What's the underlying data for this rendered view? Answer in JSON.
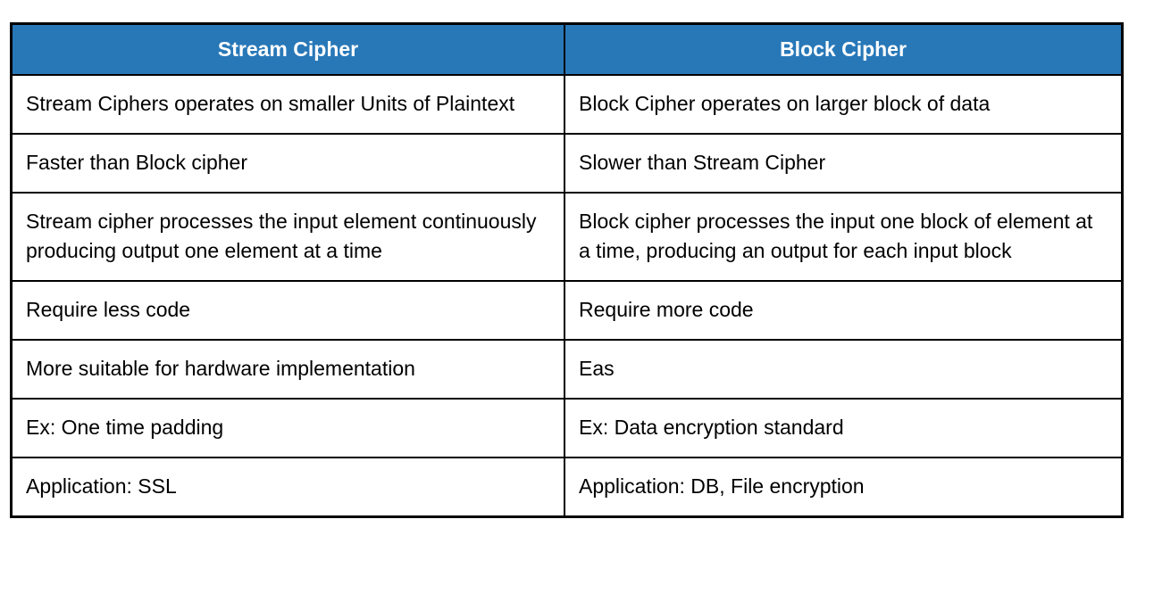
{
  "page": {
    "background": "#ffffff"
  },
  "table": {
    "title": "Stream Cipher vs Block Cipher comparison table",
    "style": {
      "header_background": "#2878b8",
      "header_text_color": "#ffffff",
      "border_color": "#000000",
      "body_background": "#ffffff"
    },
    "header": {
      "col_left": "Stream Cipher",
      "col_right": "Block Cipher"
    },
    "rows": [
      {
        "left": "Stream Ciphers operates on smaller Units of Plaintext",
        "right": "Block Cipher operates on larger block of data"
      },
      {
        "left": "Faster than Block cipher",
        "right": "Slower than Stream Cipher"
      },
      {
        "left": "Stream cipher processes the input element continuously producing output one element at a time",
        "right": "Block cipher processes the input one block of element at a time, producing an output for each input block"
      },
      {
        "left": "Require less code",
        "right": "Require more code"
      },
      {
        "left": "More suitable for hardware implementation",
        "right": "Eas"
      },
      {
        "left": "Ex: One time padding",
        "right": "Ex: Data encryption standard"
      },
      {
        "left": "Application: SSL",
        "right": "Application: DB, File encryption"
      }
    ]
  }
}
